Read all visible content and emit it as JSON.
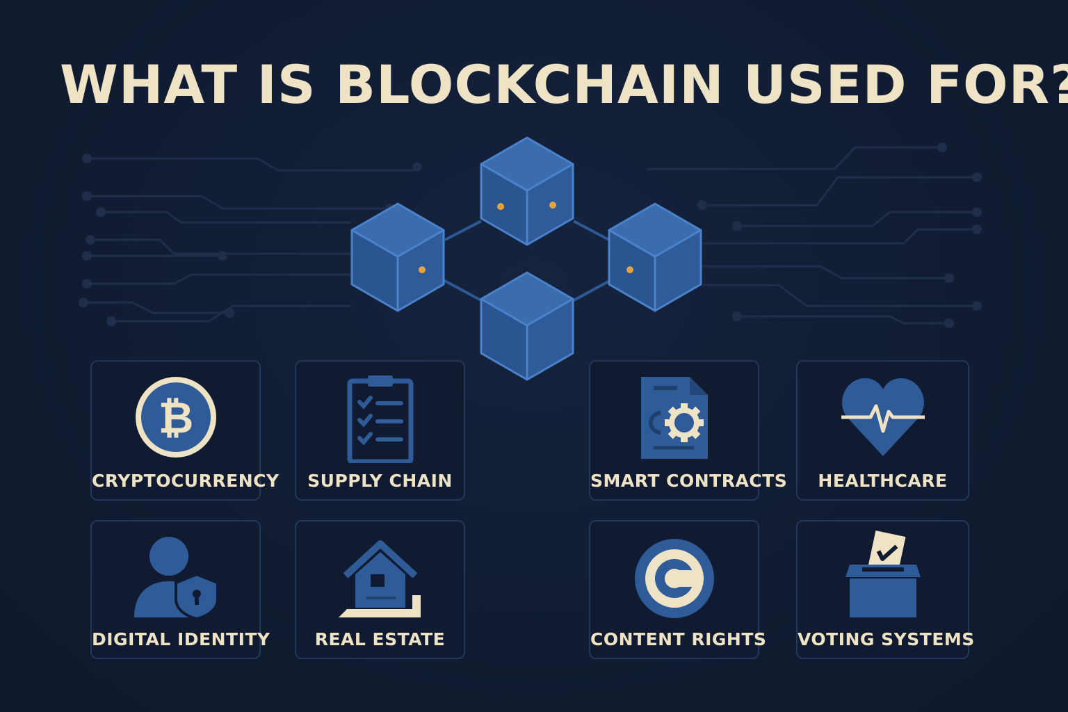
{
  "title": "WHAT IS BLOCKCHAIN USED FOR?",
  "colors": {
    "background": "#111c32",
    "title": "#efe3c6",
    "cube_face": "#2d5a96",
    "cube_edge": "#4a82cc",
    "node_dot": "#e9a23b",
    "icon_blue": "#2f5c98",
    "icon_cream": "#efe3c6",
    "card_border": "#24375a"
  },
  "cards": [
    {
      "label": "CRYPTOCURRENCY",
      "icon": "bitcoin-icon"
    },
    {
      "label": "SUPPLY CHAIN",
      "icon": "clipboard-checklist-icon"
    },
    {
      "label": "SMART CONTRACTS",
      "icon": "document-gear-icon"
    },
    {
      "label": "HEALTHCARE",
      "icon": "heart-pulse-icon"
    },
    {
      "label": "DIGITAL IDENTITY",
      "icon": "person-shield-icon"
    },
    {
      "label": "REAL ESTATE",
      "icon": "house-icon"
    },
    {
      "label": "CONTENT RIGHTS",
      "icon": "copyright-icon"
    },
    {
      "label": "VOTING SYSTEMS",
      "icon": "ballot-box-icon"
    }
  ]
}
